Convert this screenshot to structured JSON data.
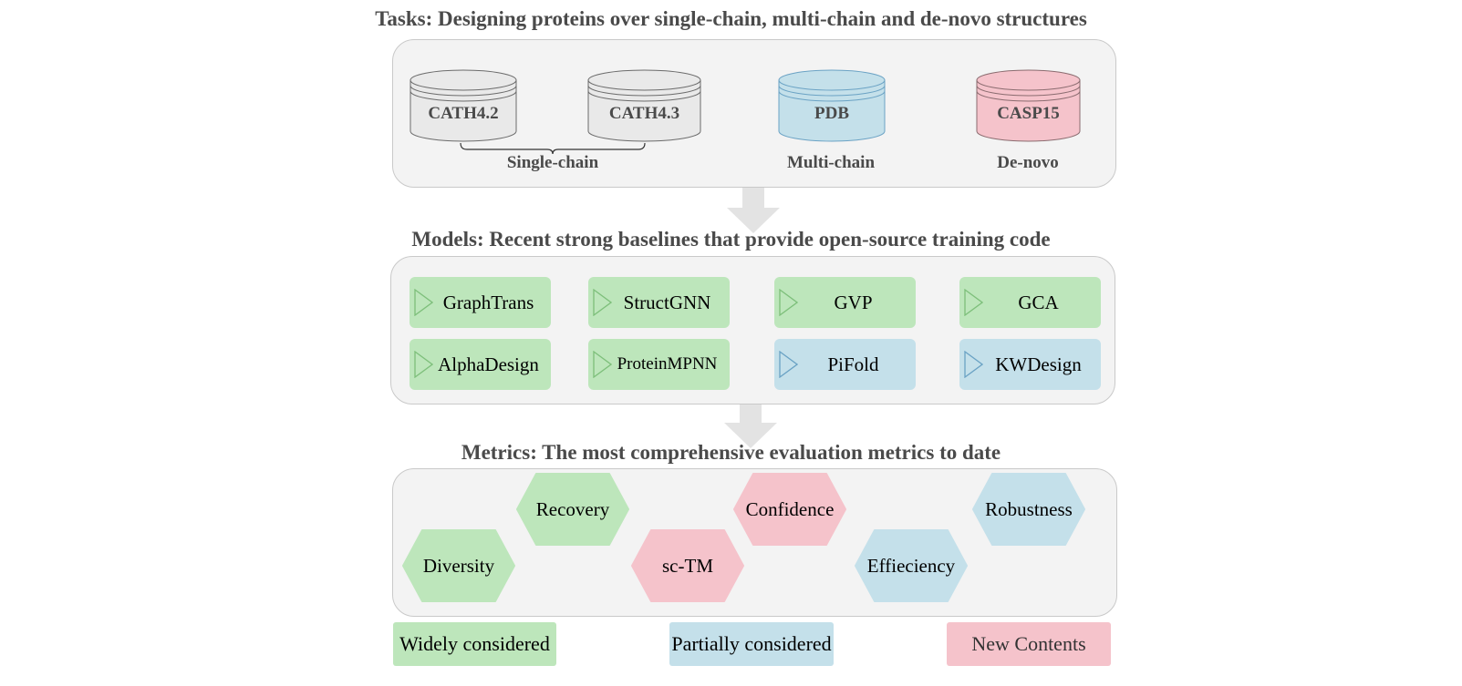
{
  "tasks": {
    "title": "Tasks: Designing proteins over single-chain, multi-chain and de-novo structures",
    "datasets": [
      {
        "label": "CATH4.2",
        "category": "gray"
      },
      {
        "label": "CATH4.3",
        "category": "gray"
      },
      {
        "label": "PDB",
        "category": "blue"
      },
      {
        "label": "CASP15",
        "category": "pink"
      }
    ],
    "groups": [
      "Single-chain",
      "Multi-chain",
      "De-novo"
    ]
  },
  "models": {
    "title": "Models: Recent strong baselines that provide open-source training code",
    "items": [
      {
        "label": "GraphTrans",
        "category": "green"
      },
      {
        "label": "StructGNN",
        "category": "green"
      },
      {
        "label": "GVP",
        "category": "green"
      },
      {
        "label": "GCA",
        "category": "green"
      },
      {
        "label": "AlphaDesign",
        "category": "green"
      },
      {
        "label": "ProteinMPNN",
        "category": "green"
      },
      {
        "label": "PiFold",
        "category": "blue"
      },
      {
        "label": "KWDesign",
        "category": "blue"
      }
    ]
  },
  "metrics": {
    "title": "Metrics: The most comprehensive evaluation metrics to date",
    "items": [
      {
        "label": "Recovery",
        "category": "green"
      },
      {
        "label": "Confidence",
        "category": "pink"
      },
      {
        "label": "Robustness",
        "category": "blue"
      },
      {
        "label": "Diversity",
        "category": "green"
      },
      {
        "label": "sc-TM",
        "category": "pink"
      },
      {
        "label": "Effieciency",
        "category": "blue"
      }
    ]
  },
  "legend": [
    {
      "label": "Widely considered",
      "category": "green"
    },
    {
      "label": "Partially considered",
      "category": "blue"
    },
    {
      "label": "New Contents",
      "category": "pink"
    }
  ],
  "colors": {
    "green_fill": "#bde6bb",
    "green_stroke": "#7dbf7a",
    "blue_fill": "#c4e0ea",
    "blue_stroke": "#6aa2c4",
    "pink_fill": "#f5c3cb",
    "gray_fill": "#e9e9e9",
    "panel_fill": "#f3f3f3",
    "arrow": "#e3e3e3"
  }
}
